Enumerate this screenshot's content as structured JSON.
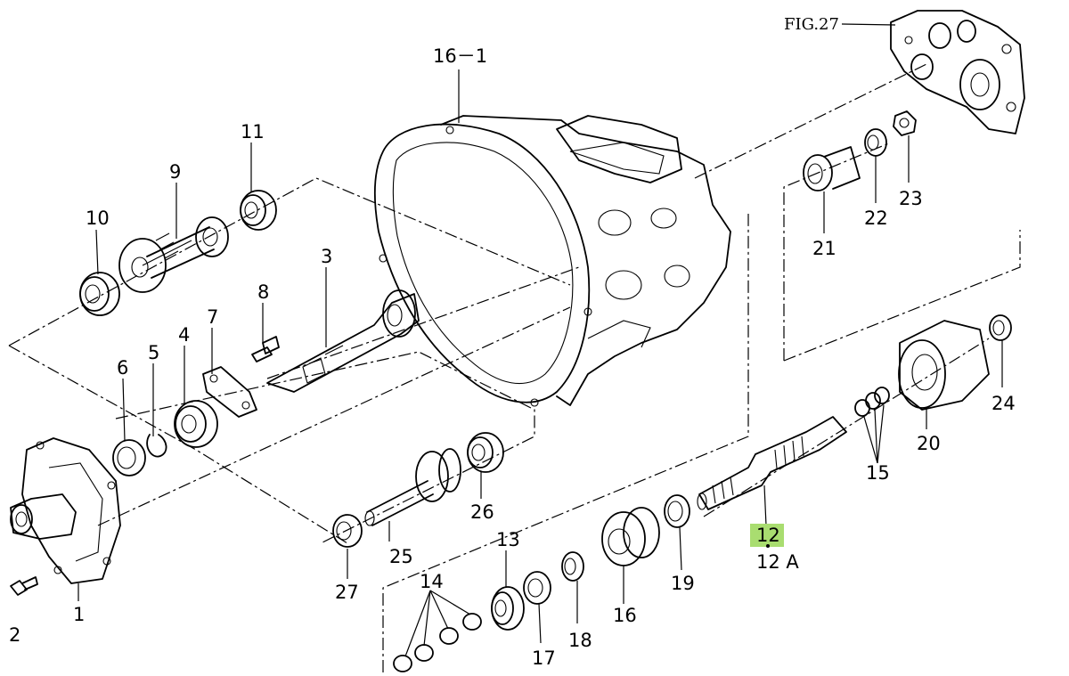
{
  "figure_ref": "FIG.27",
  "highlight_color": "#a9dd70",
  "labels": {
    "p1": "1",
    "p2": "2",
    "p3": "3",
    "p4": "4",
    "p5": "5",
    "p6": "6",
    "p7": "7",
    "p8": "8",
    "p9": "9",
    "p10": "10",
    "p11": "11",
    "p12": "12",
    "p12a": "12 A",
    "p13": "13",
    "p14": "14",
    "p15": "15",
    "p16": "16",
    "p16_1": "16－1",
    "p17": "17",
    "p18": "18",
    "p19": "19",
    "p20": "20",
    "p21": "21",
    "p22": "22",
    "p23": "23",
    "p24": "24",
    "p25": "25",
    "p26": "26",
    "p27": "27"
  }
}
